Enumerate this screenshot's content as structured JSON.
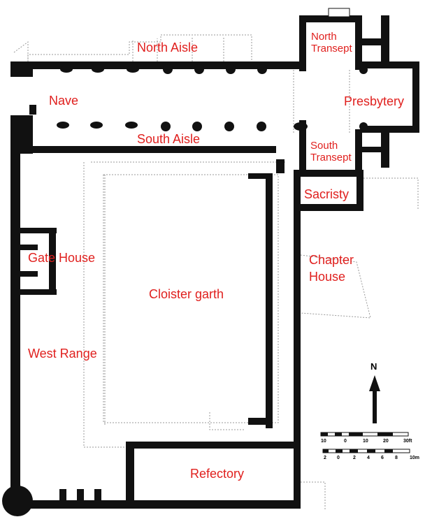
{
  "labels": {
    "north_aisle": "North Aisle",
    "north_transept": "North\nTransept",
    "nave": "Nave",
    "presbytery": "Presbytery",
    "south_aisle": "South Aisle",
    "south_transept": "South\nTransept",
    "sacristy": "Sacristy",
    "chapter_house": "Chapter\nHouse",
    "gate_house": "Gate House",
    "cloister_garth": "Cloister garth",
    "west_range": "West Range",
    "refectory": "Refectory"
  },
  "legend": {
    "north": "N",
    "scale_ft": [
      "10",
      "0",
      "10",
      "20",
      "30ft"
    ],
    "scale_m": [
      "2",
      "0",
      "2",
      "4",
      "6",
      "8",
      "10m"
    ]
  },
  "colors": {
    "label": "#e0201e",
    "wall": "#111111",
    "dotted": "#9a9a9a"
  }
}
